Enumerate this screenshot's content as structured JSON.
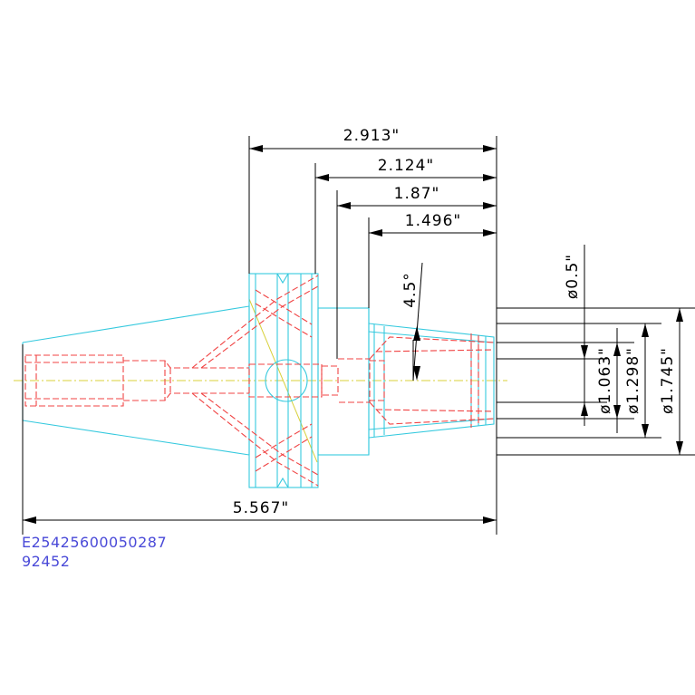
{
  "dimensions": {
    "overall_length": "5.567\"",
    "len_2913": "2.913\"",
    "len_2124": "2.124\"",
    "len_187": "1.87\"",
    "len_1496": "1.496\"",
    "angle": "4.5°",
    "dia_05": "ø0.5\"",
    "dia_1063": "ø1.063\"",
    "dia_1298": "ø1.298\"",
    "dia_1745": "ø1.745\""
  },
  "part_codes": {
    "line1": "E25425600050287",
    "line2": "92452"
  },
  "colors": {
    "outline": "#35c9de",
    "hidden": "#f04343",
    "centerline": "#d8d03a",
    "dimension": "#000000",
    "code_text": "#4a4ad8"
  }
}
